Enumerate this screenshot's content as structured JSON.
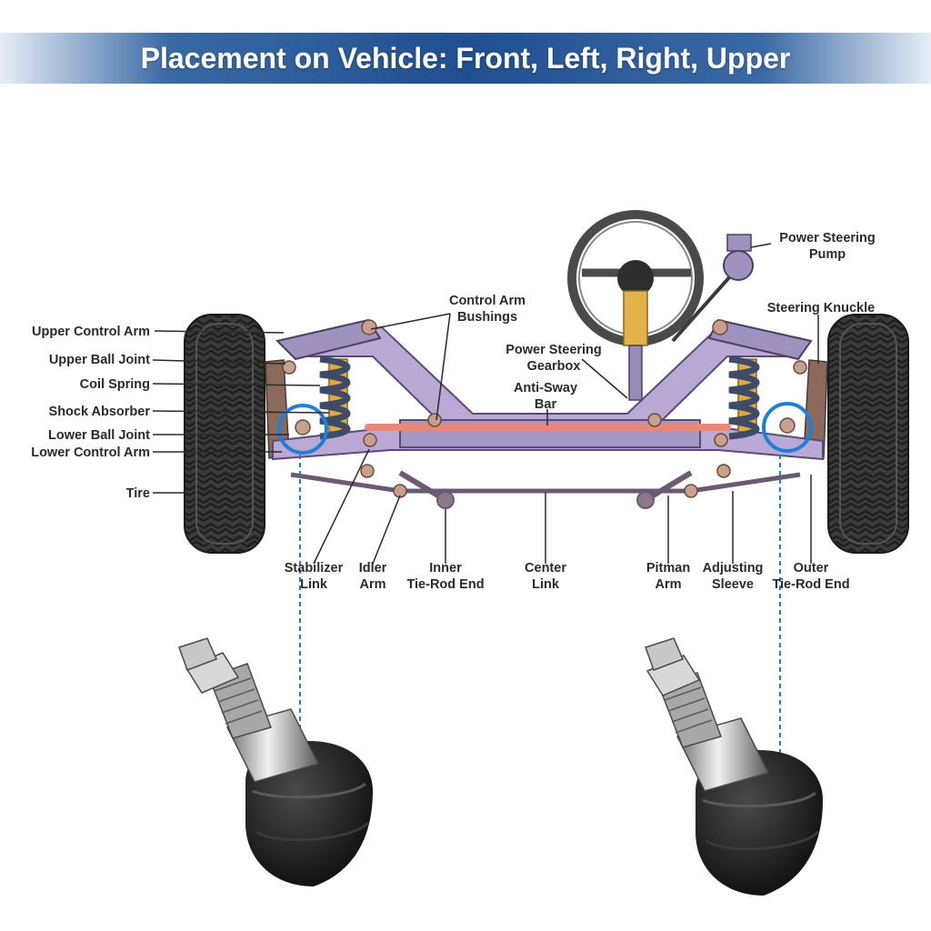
{
  "banner": {
    "title": "Placement on Vehicle: Front, Left, Right, Upper"
  },
  "labels": {
    "upper_control_arm": "Upper Control Arm",
    "upper_ball_joint": "Upper Ball Joint",
    "coil_spring": "Coil Spring",
    "shock_absorber": "Shock Absorber",
    "lower_ball_joint": "Lower Ball Joint",
    "lower_control_arm": "Lower Control Arm",
    "tire": "Tire",
    "control_arm_bushings_1": "Control Arm",
    "control_arm_bushings_2": "Bushings",
    "power_steering_gearbox_1": "Power Steering",
    "power_steering_gearbox_2": "Gearbox",
    "anti_sway_bar_1": "Anti-Sway",
    "anti_sway_bar_2": "Bar",
    "power_steering_pump_1": "Power Steering",
    "power_steering_pump_2": "Pump",
    "steering_knuckle": "Steering Knuckle",
    "stabilizer_link_1": "Stabilizer",
    "stabilizer_link_2": "Link",
    "idler_arm_1": "Idler",
    "idler_arm_2": "Arm",
    "inner_tie_rod_end_1": "Inner",
    "inner_tie_rod_end_2": "Tie-Rod End",
    "center_link_1": "Center",
    "center_link_2": "Link",
    "pitman_arm_1": "Pitman",
    "pitman_arm_2": "Arm",
    "adjusting_sleeve_1": "Adjusting",
    "adjusting_sleeve_2": "Sleeve",
    "outer_tie_rod_end_1": "Outer",
    "outer_tie_rod_end_2": "Tie-Rod End"
  },
  "colors": {
    "frame": "#b9a9d4",
    "frame_stroke": "#5a4a78",
    "anti_sway_bar": "#e8877a",
    "highlight": "#1e7fd8",
    "tire": "#3a3a3a",
    "spring": "#3e4a66",
    "shock": "#e3a93a"
  }
}
